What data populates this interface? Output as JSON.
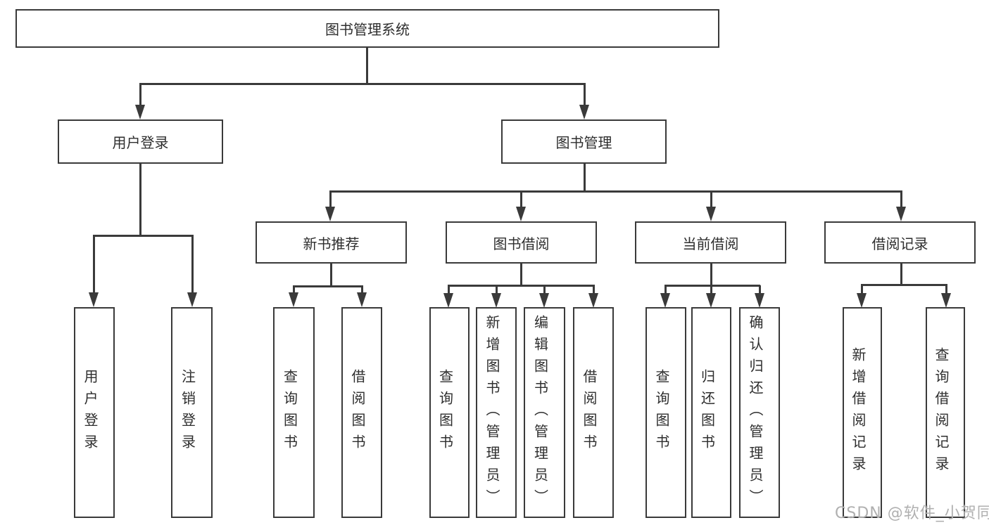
{
  "nodes": {
    "root": "图书管理系统",
    "user_login": "用户登录",
    "book_mgmt": "图书管理",
    "new_books": "新书推荐",
    "book_borrow": "图书借阅",
    "current_borrow": "当前借阅",
    "borrow_records": "借阅记录",
    "leaf_user_login": "用户登录",
    "leaf_logout": "注销登录",
    "leaf_nb_query": "查询图书",
    "leaf_nb_borrow": "借阅图书",
    "leaf_bb_query": "查询图书",
    "leaf_bb_add": "新增图书（管理员）",
    "leaf_bb_edit": "编辑图书（管理员）",
    "leaf_bb_borrow": "借阅图书",
    "leaf_cb_query": "查询图书",
    "leaf_cb_return": "归还图书",
    "leaf_cb_confirm": "确认归还（管理员）",
    "leaf_br_add": "新增借阅记录",
    "leaf_br_query": "查询借阅记录"
  },
  "edges": [
    [
      "图书管理系统",
      "用户登录"
    ],
    [
      "图书管理系统",
      "图书管理"
    ],
    [
      "用户登录",
      "用户登录"
    ],
    [
      "用户登录",
      "注销登录"
    ],
    [
      "图书管理",
      "新书推荐"
    ],
    [
      "图书管理",
      "图书借阅"
    ],
    [
      "图书管理",
      "当前借阅"
    ],
    [
      "图书管理",
      "借阅记录"
    ],
    [
      "新书推荐",
      "查询图书"
    ],
    [
      "新书推荐",
      "借阅图书"
    ],
    [
      "图书借阅",
      "查询图书"
    ],
    [
      "图书借阅",
      "新增图书（管理员）"
    ],
    [
      "图书借阅",
      "编辑图书（管理员）"
    ],
    [
      "图书借阅",
      "借阅图书"
    ],
    [
      "当前借阅",
      "查询图书"
    ],
    [
      "当前借阅",
      "归还图书"
    ],
    [
      "当前借阅",
      "确认归还（管理员）"
    ],
    [
      "借阅记录",
      "新增借阅记录"
    ],
    [
      "借阅记录",
      "查询借阅记录"
    ]
  ],
  "watermark": "CSDN @软件_小贺同学",
  "colors": {
    "line": "#3a3a3a",
    "text": "#2e2e2e",
    "watermark": "#b0b0b0",
    "box_fill": "#ffffff",
    "background": "#ffffff"
  }
}
